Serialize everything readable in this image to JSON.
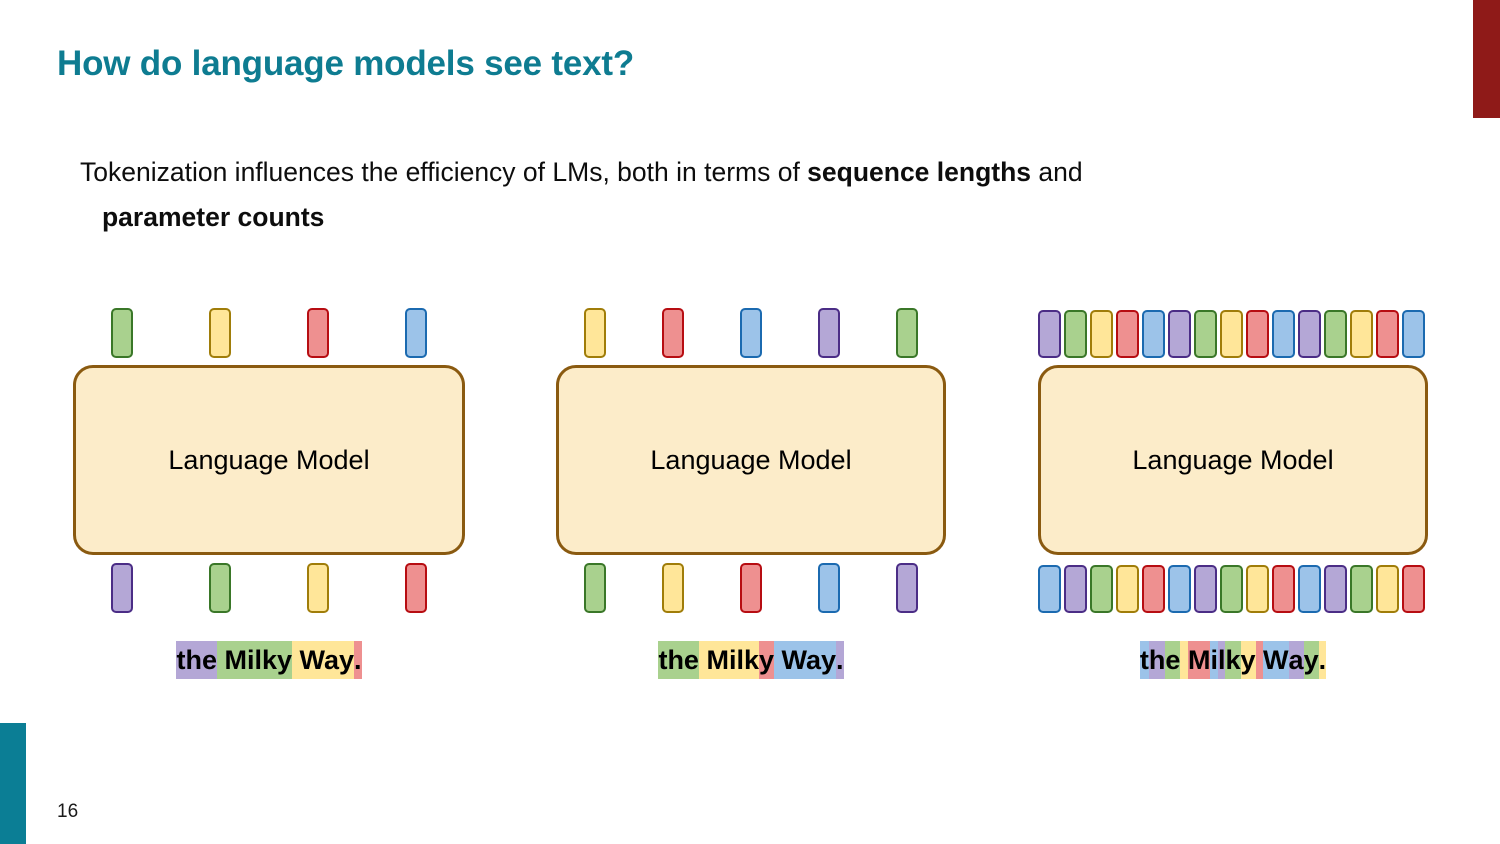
{
  "slide": {
    "title": "How do language models see text?",
    "page_number": "16",
    "accent_red_color": "#8f1a18",
    "accent_teal_color": "#0b7e95",
    "title_color": "#0e7c91"
  },
  "body": {
    "line1_pre": "Tokenization influences the efficiency of LMs, both in terms of ",
    "line1_bold": "sequence lengths",
    "line1_post": " and",
    "line2_bold": "parameter counts"
  },
  "palette": {
    "green": "#a9d18e",
    "yellow": "#ffe699",
    "red": "#ee9090",
    "blue": "#9cc3e9",
    "purple": "#b4a7d6",
    "box_fill": "#fcecc9",
    "box_border": "#8a5a10"
  },
  "diagrams": [
    {
      "name": "word-level-tokenization",
      "model_label": "Language Model",
      "top_tokens": [
        "green",
        "yellow",
        "red",
        "blue"
      ],
      "bottom_tokens": [
        "purple",
        "green",
        "yellow",
        "red"
      ],
      "dense": false,
      "caption_text": "the Milky Way.",
      "caption_segments": [
        {
          "text": "the",
          "color": "purple"
        },
        {
          "text": " Milky",
          "color": "green"
        },
        {
          "text": " Way",
          "color": "yellow"
        },
        {
          "text": ".",
          "color": "red"
        }
      ]
    },
    {
      "name": "subword-level-tokenization",
      "model_label": "Language Model",
      "top_tokens": [
        "yellow",
        "red",
        "blue",
        "purple",
        "green"
      ],
      "bottom_tokens": [
        "green",
        "yellow",
        "red",
        "blue",
        "purple"
      ],
      "dense": false,
      "caption_text": "the Milky Way.",
      "caption_segments": [
        {
          "text": "the",
          "color": "green"
        },
        {
          "text": " Milk",
          "color": "yellow"
        },
        {
          "text": "y",
          "color": "red"
        },
        {
          "text": " Way",
          "color": "blue"
        },
        {
          "text": ".",
          "color": "purple"
        }
      ]
    },
    {
      "name": "character-level-tokenization",
      "model_label": "Language Model",
      "top_tokens": [
        "purple",
        "green",
        "yellow",
        "red",
        "blue",
        "purple",
        "green",
        "yellow",
        "red",
        "blue",
        "purple",
        "green",
        "yellow",
        "red",
        "blue"
      ],
      "bottom_tokens": [
        "blue",
        "purple",
        "green",
        "yellow",
        "red",
        "blue",
        "purple",
        "green",
        "yellow",
        "red",
        "blue",
        "purple",
        "green",
        "yellow",
        "red"
      ],
      "dense": true,
      "caption_text": "the Milky Way.",
      "caption_segments": [
        {
          "text": "t",
          "color": "blue"
        },
        {
          "text": "h",
          "color": "purple"
        },
        {
          "text": "e",
          "color": "green"
        },
        {
          "text": " ",
          "color": "yellow"
        },
        {
          "text": "M",
          "color": "red"
        },
        {
          "text": "i",
          "color": "blue"
        },
        {
          "text": "l",
          "color": "purple"
        },
        {
          "text": "k",
          "color": "green"
        },
        {
          "text": "y",
          "color": "yellow"
        },
        {
          "text": " ",
          "color": "red"
        },
        {
          "text": "W",
          "color": "blue"
        },
        {
          "text": "a",
          "color": "purple"
        },
        {
          "text": "y",
          "color": "green"
        },
        {
          "text": ".",
          "color": "yellow"
        }
      ]
    }
  ]
}
